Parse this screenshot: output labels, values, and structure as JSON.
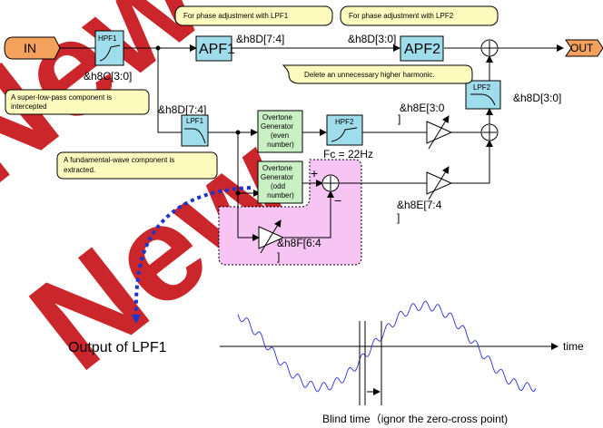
{
  "colors": {
    "io": "#f5a15e",
    "filter": "#9fdcec",
    "generator": "#c9f0c4",
    "note": "#fdfbbd",
    "odd_region": "#f6c5f4",
    "blue_dash": "#1c35d1",
    "watermark": "#c81e23"
  },
  "watermark": "New",
  "io": {
    "in": "IN",
    "out": "OUT"
  },
  "blocks": {
    "hpf1": "HPF1",
    "apf1": "APF1",
    "apf2": "APF2",
    "lpf1": "LPF1",
    "lpf2": "LPF2",
    "hpf2": "HPF2",
    "gen_even": [
      "Overtone",
      "Generator",
      "(even",
      "number)"
    ],
    "gen_odd": [
      "Overtone",
      "Generator",
      "(odd",
      "number)"
    ]
  },
  "registers": {
    "hpf1": "&h8C[3:0]",
    "apf1": "&h8D[7:4]",
    "apf2": "&h8D[3:0]",
    "lpf1": "&h8D[7:4]",
    "lpf2": "&h8D[3:0]",
    "gain_even": [
      "&h8E[3:0",
      "]"
    ],
    "gain_odd": [
      "&h8E[7:4",
      "]"
    ],
    "gain_fund": [
      "&h8F[6:4",
      "]"
    ]
  },
  "fc": "Fc = 22Hz",
  "signs": {
    "plus": "+",
    "minus": "−"
  },
  "notes": {
    "apf1": "For phase adjustment with LPF1",
    "apf2": "For phase adjustment with LPF2",
    "harmonic": "Delete an unnecessary higher harmonic.",
    "hpf1": [
      "A super-low-pass component is",
      "intercepted"
    ],
    "lpf1": [
      "A fundamental-wave component is",
      "extracted."
    ]
  },
  "waveform": {
    "output_label": "Output of LPF1",
    "time_label": "time",
    "blind_label": "Blind time（ignor the zero-cross point)"
  }
}
